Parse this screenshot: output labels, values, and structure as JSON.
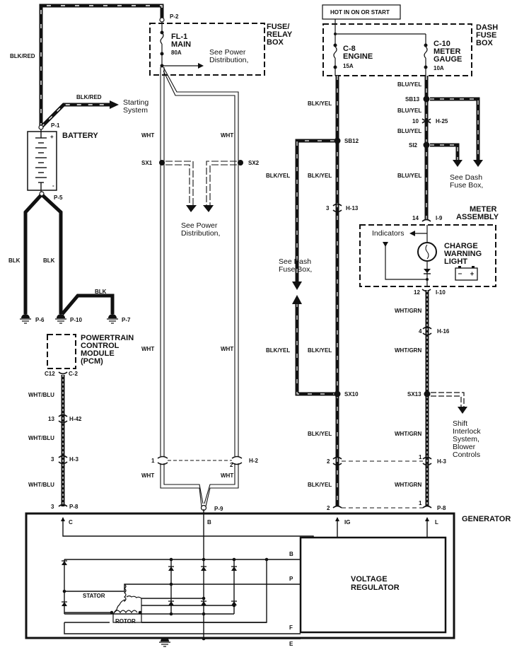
{
  "title": "Charging System Wiring Diagram",
  "hot_label": "HOT IN ON OR START",
  "fuse_relay_box": {
    "label": [
      "FUSE/",
      "RELAY",
      "BOX"
    ],
    "fuse_name": [
      "FL-1",
      "MAIN"
    ],
    "fuse_rating": "80A",
    "connector_top": "P-2",
    "see_note": [
      "See Power",
      "Distribution,"
    ]
  },
  "dash_fuse_box": {
    "label": [
      "DASH",
      "FUSE",
      "BOX"
    ],
    "fuse_left": {
      "name": [
        "C-8",
        "ENGINE"
      ],
      "rating": "15A"
    },
    "fuse_right": {
      "name": [
        "C-10",
        "METER",
        "GAUGE"
      ],
      "rating": "10A"
    }
  },
  "battery": {
    "label": "BATTERY",
    "pos_connector": "P-1",
    "neg_connector": "P-5",
    "plus": "+",
    "minus": "-"
  },
  "starting_system": {
    "wire": "BLK/RED",
    "note": [
      "Starting",
      "System"
    ]
  },
  "wires": {
    "blk_red": "BLK/RED",
    "blk": "BLK",
    "wht": "WHT",
    "blk_yel": "BLK/YEL",
    "blu_yel": "BLU/YEL",
    "wht_grn": "WHT/GRN",
    "wht_blu": "WHT/BLU"
  },
  "grounds": [
    "P-6",
    "P-10",
    "P-7"
  ],
  "pcm": {
    "label": [
      "POWERTRAIN",
      "CONTROL",
      "MODULE",
      "(PCM)"
    ],
    "pin": "C12",
    "connector": "C-2"
  },
  "splices": {
    "sx1": "SX1",
    "sx2": "SX2",
    "sb12": "SB12",
    "sb13": "SB13",
    "si2": "SI2",
    "sx10": "SX10",
    "sx13": "SX13"
  },
  "connectors": {
    "h42": {
      "pin": "13",
      "name": "H-42"
    },
    "h3_left": {
      "pin": "3",
      "name": "H-3"
    },
    "p8_left": {
      "pin": "3",
      "name": "P-8"
    },
    "h2": {
      "pin_left": "1",
      "pin_right": "2",
      "name": "H-2"
    },
    "p9": "P-9",
    "h13": {
      "pin": "3",
      "name": "H-13"
    },
    "h25": {
      "pin": "10",
      "name": "H-25"
    },
    "i9": {
      "pin": "14",
      "name": "I-9"
    },
    "i10": {
      "pin": "12",
      "name": "I-10"
    },
    "h16": {
      "pin": "4",
      "name": "H-16"
    },
    "h3_right": {
      "pin_left": "2",
      "pin_right": "1",
      "name": "H-3"
    },
    "p8_right": {
      "pin_left": "2",
      "pin_right": "1",
      "name": "P-8"
    }
  },
  "notes": {
    "see_power_dist": [
      "See Power",
      "Distribution,"
    ],
    "see_dash_left": [
      "See Dash",
      "Fuse Box,"
    ],
    "see_dash_right": [
      "See Dash",
      "Fuse Box,"
    ],
    "shift_interlock": [
      "Shift",
      "Interlock",
      "System,",
      "Blower",
      "Controls"
    ]
  },
  "meter_assembly": {
    "label": [
      "METER",
      "ASSEMBLY"
    ],
    "indicators": "Indicators",
    "light": [
      "CHARGE",
      "WARNING",
      "LIGHT"
    ]
  },
  "generator": {
    "label": "GENERATOR",
    "terminals": {
      "c": "C",
      "b": "B",
      "ig": "IG",
      "l": "L"
    },
    "regulator_terminals": {
      "b": "B",
      "p": "P",
      "f": "F",
      "e": "E"
    },
    "stator": "STATOR",
    "rotor": "ROTOR",
    "regulator": [
      "VOLTAGE",
      "REGULATOR"
    ]
  }
}
